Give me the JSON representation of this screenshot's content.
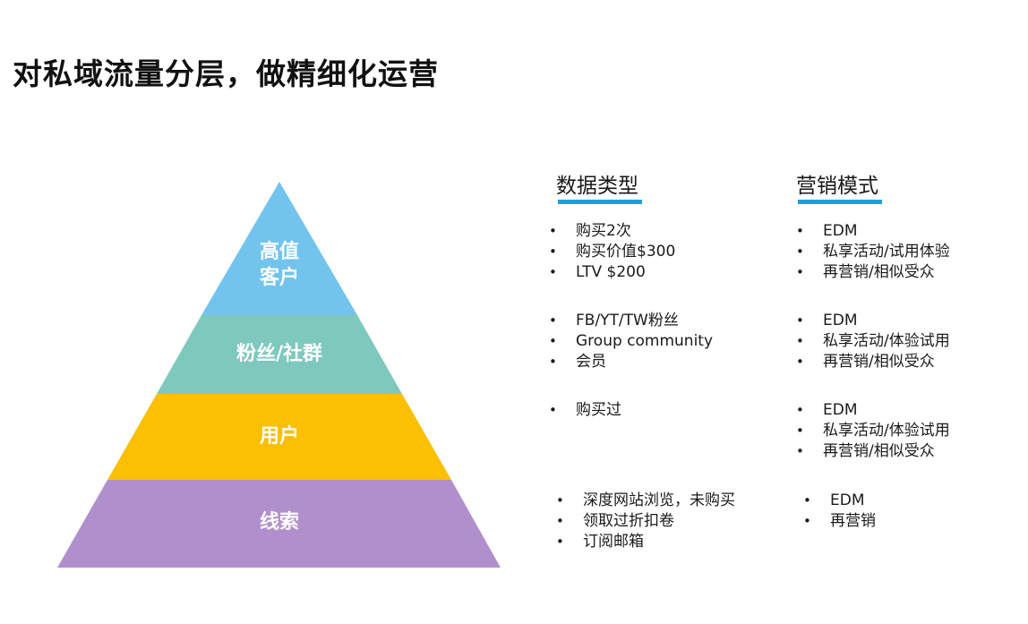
{
  "title": "对私域流量分层，做精细化运营",
  "pyramid": {
    "tiers": [
      {
        "label_lines": [
          "高值",
          "客户"
        ],
        "color": "#72c4ee"
      },
      {
        "label_lines": [
          "粉丝/社群"
        ],
        "color": "#7ec8be"
      },
      {
        "label_lines": [
          "用户"
        ],
        "color": "#fbbf04"
      },
      {
        "label_lines": [
          "线索"
        ],
        "color": "#b18fcc"
      }
    ]
  },
  "columns": {
    "data_type_header": "数据类型",
    "marketing_header": "营销模式",
    "accent_color": "#1ba1e2"
  },
  "rows": [
    {
      "data_type": [
        "购买2次",
        "购买价值$300",
        "LTV $200"
      ],
      "marketing": [
        "EDM",
        "私享活动/试用体验",
        "再营销/相似受众"
      ]
    },
    {
      "data_type": [
        "FB/YT/TW粉丝",
        "Group community",
        "会员"
      ],
      "marketing": [
        "EDM",
        "私享活动/体验试用",
        "再营销/相似受众"
      ]
    },
    {
      "data_type": [
        "购买过"
      ],
      "marketing": [
        "EDM",
        "私享活动/体验试用",
        "再营销/相似受众"
      ]
    },
    {
      "data_type": [
        "深度网站浏览，未购买",
        "领取过折扣卷",
        "订阅邮箱"
      ],
      "marketing": [
        "EDM",
        "再营销"
      ]
    }
  ]
}
